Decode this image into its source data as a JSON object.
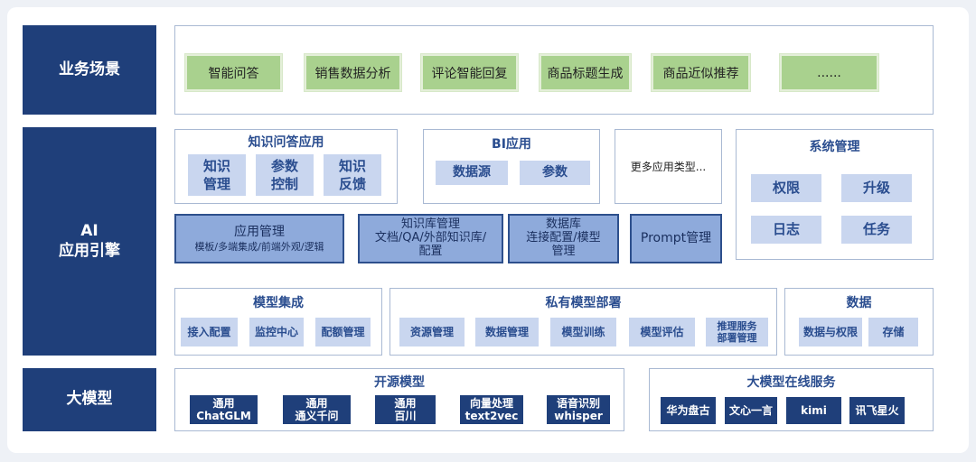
{
  "colors": {
    "navy": "#1f3f7a",
    "green": "#a9d18e",
    "light_blue": "#c9d6ef",
    "mid_blue": "#8eaadb",
    "title_blue": "#2a4d8f"
  },
  "layers": {
    "business": "业务场景",
    "ai_engine": "AI\n应用引擎",
    "llm": "大模型"
  },
  "scenarios": [
    "智能问答",
    "销售数据分析",
    "评论智能回复",
    "商品标题生成",
    "商品近似推荐",
    "......"
  ],
  "qa_app": {
    "title": "知识问答应用",
    "items": [
      "知识\n管理",
      "参数\n控制",
      "知识\n反馈"
    ]
  },
  "bi_app": {
    "title": "BI应用",
    "items": [
      "数据源",
      "参数"
    ]
  },
  "more_apps": "更多应用类型...",
  "system_mgmt": {
    "title": "系统管理",
    "items": [
      "权限",
      "升级",
      "日志",
      "任务"
    ]
  },
  "mgmt_boxes": {
    "app_mgmt": {
      "title": "应用管理",
      "sub": "模板/多端集成/前端外观/逻辑"
    },
    "kb_mgmt": "知识库管理\n文档/QA/外部知识库/\n配置",
    "db_mgmt": "数据库\n连接配置/模型\n管理",
    "prompt_mgmt": "Prompt管理"
  },
  "model_integration": {
    "title": "模型集成",
    "items": [
      "接入配置",
      "监控中心",
      "配额管理"
    ]
  },
  "private_deploy": {
    "title": "私有模型部署",
    "items": [
      "资源管理",
      "数据管理",
      "模型训练",
      "模型评估",
      "推理服务\n部署管理"
    ]
  },
  "data": {
    "title": "数据",
    "items": [
      "数据与权限",
      "存储"
    ]
  },
  "open_source": {
    "title": "开源模型",
    "items": [
      "通用\nChatGLM",
      "通用\n通义千问",
      "通用\n百川",
      "向量处理\ntext2vec",
      "语音识别\nwhisper"
    ]
  },
  "online_services": {
    "title": "大模型在线服务",
    "items": [
      "华为盘古",
      "文心一言",
      "kimi",
      "讯飞星火"
    ]
  }
}
